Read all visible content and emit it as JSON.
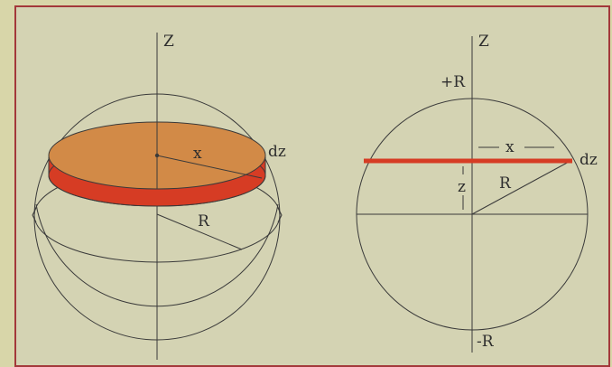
{
  "colors": {
    "background": "#d8d6a9",
    "panel": "#d4d3b3",
    "frame_border": "#a3383a",
    "line": "#3a3a3a",
    "disk_top": "#d28a47",
    "disk_band": "#d63c24",
    "slice_line": "#d63c24"
  },
  "left_diagram": {
    "axis_label": "Z",
    "radius_x_label": "x",
    "thickness_label": "dz",
    "sphere_radius_label": "R"
  },
  "right_diagram": {
    "axis_label": "Z",
    "top_label": "+R",
    "bottom_label": "-R",
    "x_label": "x",
    "z_label": "z",
    "radius_label": "R",
    "thickness_label": "dz"
  }
}
